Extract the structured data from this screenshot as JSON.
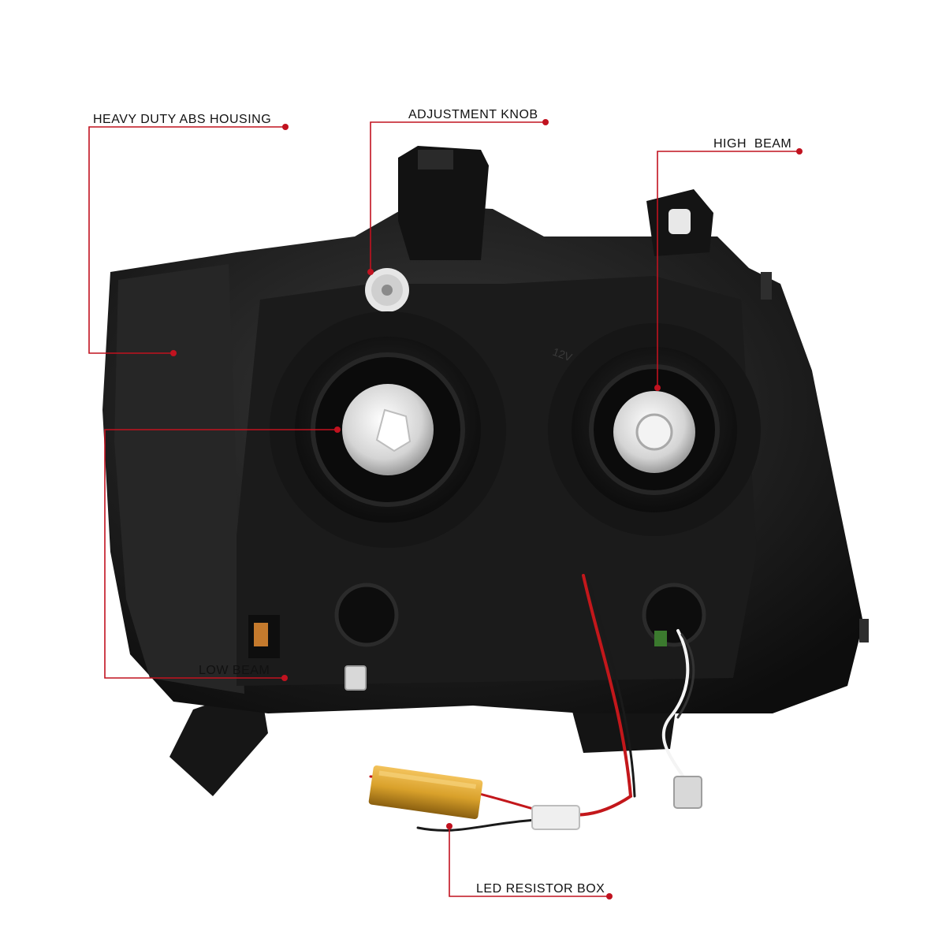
{
  "callouts": {
    "housing": "HEAVY DUTY ABS HOUSING",
    "knob": "ADJUSTMENT KNOB",
    "high_beam": "HIGH  BEAM",
    "low_beam": "LOW BEAM",
    "resistor": "LED RESISTOR BOX"
  },
  "lens_marking": "12V",
  "colors": {
    "callout_line": "#c1121f",
    "housing": "#1c1c1c",
    "resistor": "#d9a12b"
  }
}
